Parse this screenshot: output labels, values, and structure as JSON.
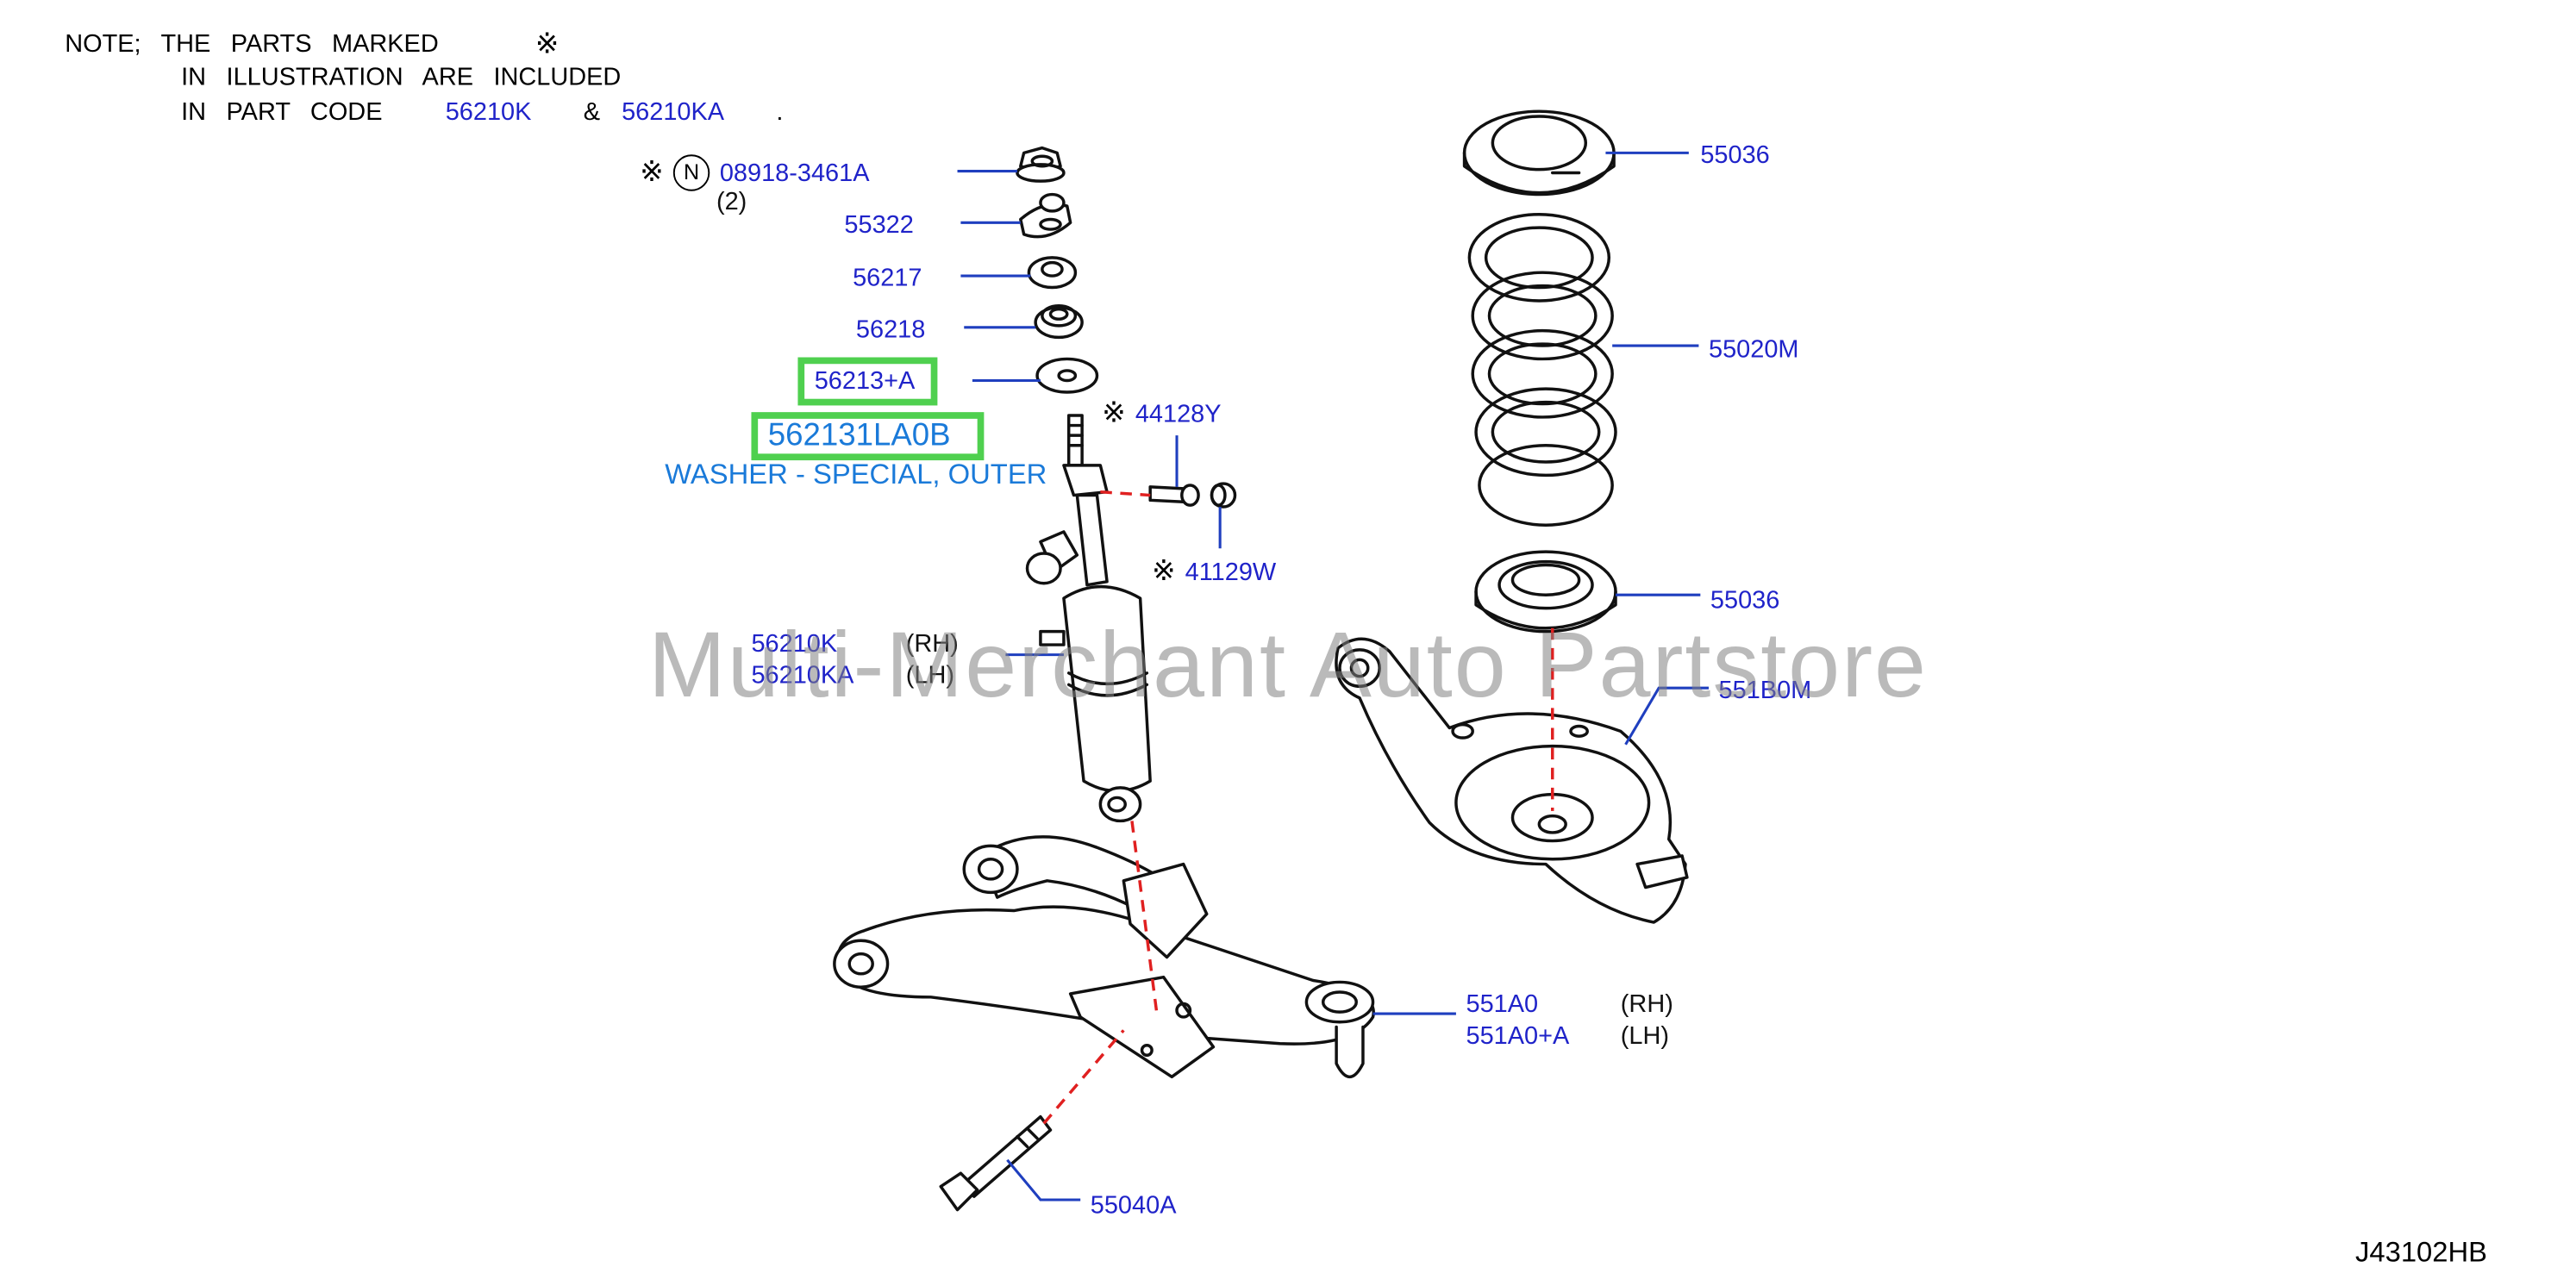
{
  "note": {
    "line1": "NOTE;  THE  PARTS  MARKED",
    "line2": "IN  ILLUSTRATION  ARE  INCLUDED",
    "line3": "IN  PART  CODE",
    "marker": "※",
    "code_rh": "56210K",
    "and": "&",
    "code_lh": "56210KA",
    "dot": "."
  },
  "parts": {
    "nut": "08918-3461A",
    "nut_qty": "(2)",
    "nut_circle": "N",
    "mount": "55322",
    "bushing_upper": "56217",
    "bushing_lower": "56218",
    "washer": "56213+A",
    "washer_selected": "562131LA0B",
    "washer_desc": "WASHER - SPECIAL, OUTER",
    "bolt_upper": "44128Y",
    "bolt_cap": "41129W",
    "shock_rh": "56210K",
    "shock_lh": "56210KA",
    "rh": "(RH)",
    "lh": "(LH)",
    "seat_upper": "55036",
    "spring": "55020M",
    "seat_lower": "55036",
    "arm_rear": "551B0M",
    "arm_front_rh": "551A0",
    "arm_front_lh": "551A0+A",
    "bolt_lower": "55040A",
    "marker": "※"
  },
  "watermark": "Multi-Merchant Auto Partstore",
  "diagram_code": "J43102HB",
  "colors": {
    "part_number": "#1f23c9",
    "leader_line": "#1f3fbf",
    "highlight": "#4fd04f",
    "selected_text": "#1a7ad9",
    "dashed_line": "#e02020"
  }
}
